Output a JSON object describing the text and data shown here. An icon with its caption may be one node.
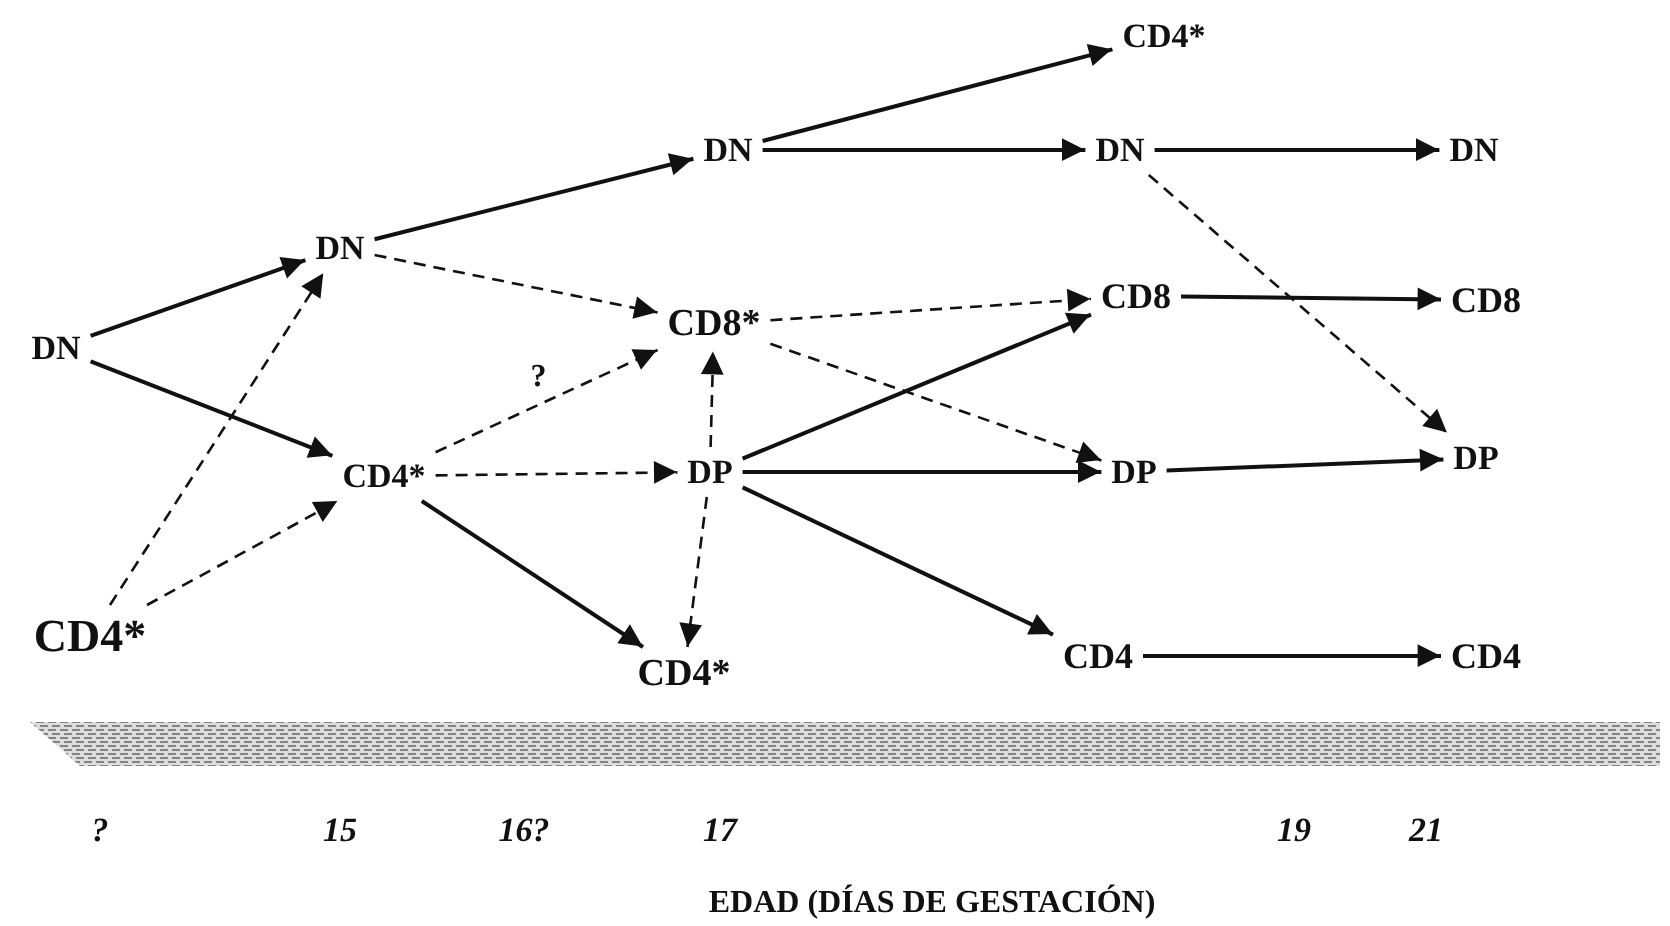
{
  "diagram": {
    "nodes": [
      {
        "text": [
          "DN"
        ]
      },
      {
        "text": [
          "CD4*"
        ]
      },
      {
        "text": [
          "DN"
        ]
      },
      {
        "text": [
          "CD4*"
        ]
      },
      {
        "text": [
          "DN"
        ]
      },
      {
        "text": [
          "CD8*"
        ]
      },
      {
        "text": [
          "DP"
        ]
      },
      {
        "text": [
          "CD4*"
        ]
      },
      {
        "text": [
          "CD4*"
        ]
      },
      {
        "text": [
          "DN"
        ]
      },
      {
        "text": [
          "CD8"
        ]
      },
      {
        "text": [
          "DP"
        ]
      },
      {
        "text": [
          "CD4"
        ]
      },
      {
        "text": [
          "DN"
        ]
      },
      {
        "text": [
          "CD8"
        ]
      },
      {
        "text": [
          "DP"
        ]
      },
      {
        "text": [
          "CD4"
        ]
      }
    ],
    "edges": [
      {
        "from": 0,
        "to": 2,
        "arrow": "to"
      },
      {
        "from": 0,
        "to": 3,
        "arrow": "to"
      },
      {
        "from": 1,
        "to": 2,
        "arrow": "to",
        "style": "dashed"
      },
      {
        "from": 1,
        "to": 3,
        "arrow": "to",
        "style": "dashed"
      },
      {
        "from": 2,
        "to": 4,
        "arrow": "to"
      },
      {
        "from": 2,
        "to": 5,
        "arrow": "to",
        "style": "dashed"
      },
      {
        "from": 3,
        "to": 5,
        "arrow": "to",
        "style": "dashed",
        "label": "?"
      },
      {
        "from": 3,
        "to": 6,
        "arrow": "to",
        "style": "dashed"
      },
      {
        "from": 3,
        "to": 7,
        "arrow": "to"
      },
      {
        "from": 6,
        "to": 5,
        "arrow": "to",
        "style": "dashed"
      },
      {
        "from": 6,
        "to": 7,
        "arrow": "to",
        "style": "dashed"
      },
      {
        "from": 6,
        "to": 10,
        "arrow": "to"
      },
      {
        "from": 6,
        "to": 11,
        "arrow": "to"
      },
      {
        "from": 6,
        "to": 12,
        "arrow": "to"
      },
      {
        "from": 4,
        "to": 8,
        "arrow": "to"
      },
      {
        "from": 4,
        "to": 9,
        "arrow": "to"
      },
      {
        "from": 5,
        "to": 10,
        "arrow": "to",
        "style": "dashed"
      },
      {
        "from": 5,
        "to": 11,
        "arrow": "to",
        "style": "dashed"
      },
      {
        "from": 9,
        "to": 13,
        "arrow": "to"
      },
      {
        "from": 9,
        "to": 15,
        "arrow": "to",
        "style": "dashed"
      },
      {
        "from": 10,
        "to": 14,
        "arrow": "to"
      },
      {
        "from": 11,
        "to": 15,
        "arrow": "to"
      },
      {
        "from": 12,
        "to": 16,
        "arrow": "to"
      }
    ],
    "labels": [
      "?",
      "15",
      "16?",
      "17",
      "19",
      "21",
      "EDAD (DÍAS DE GESTACIÓN)"
    ]
  }
}
